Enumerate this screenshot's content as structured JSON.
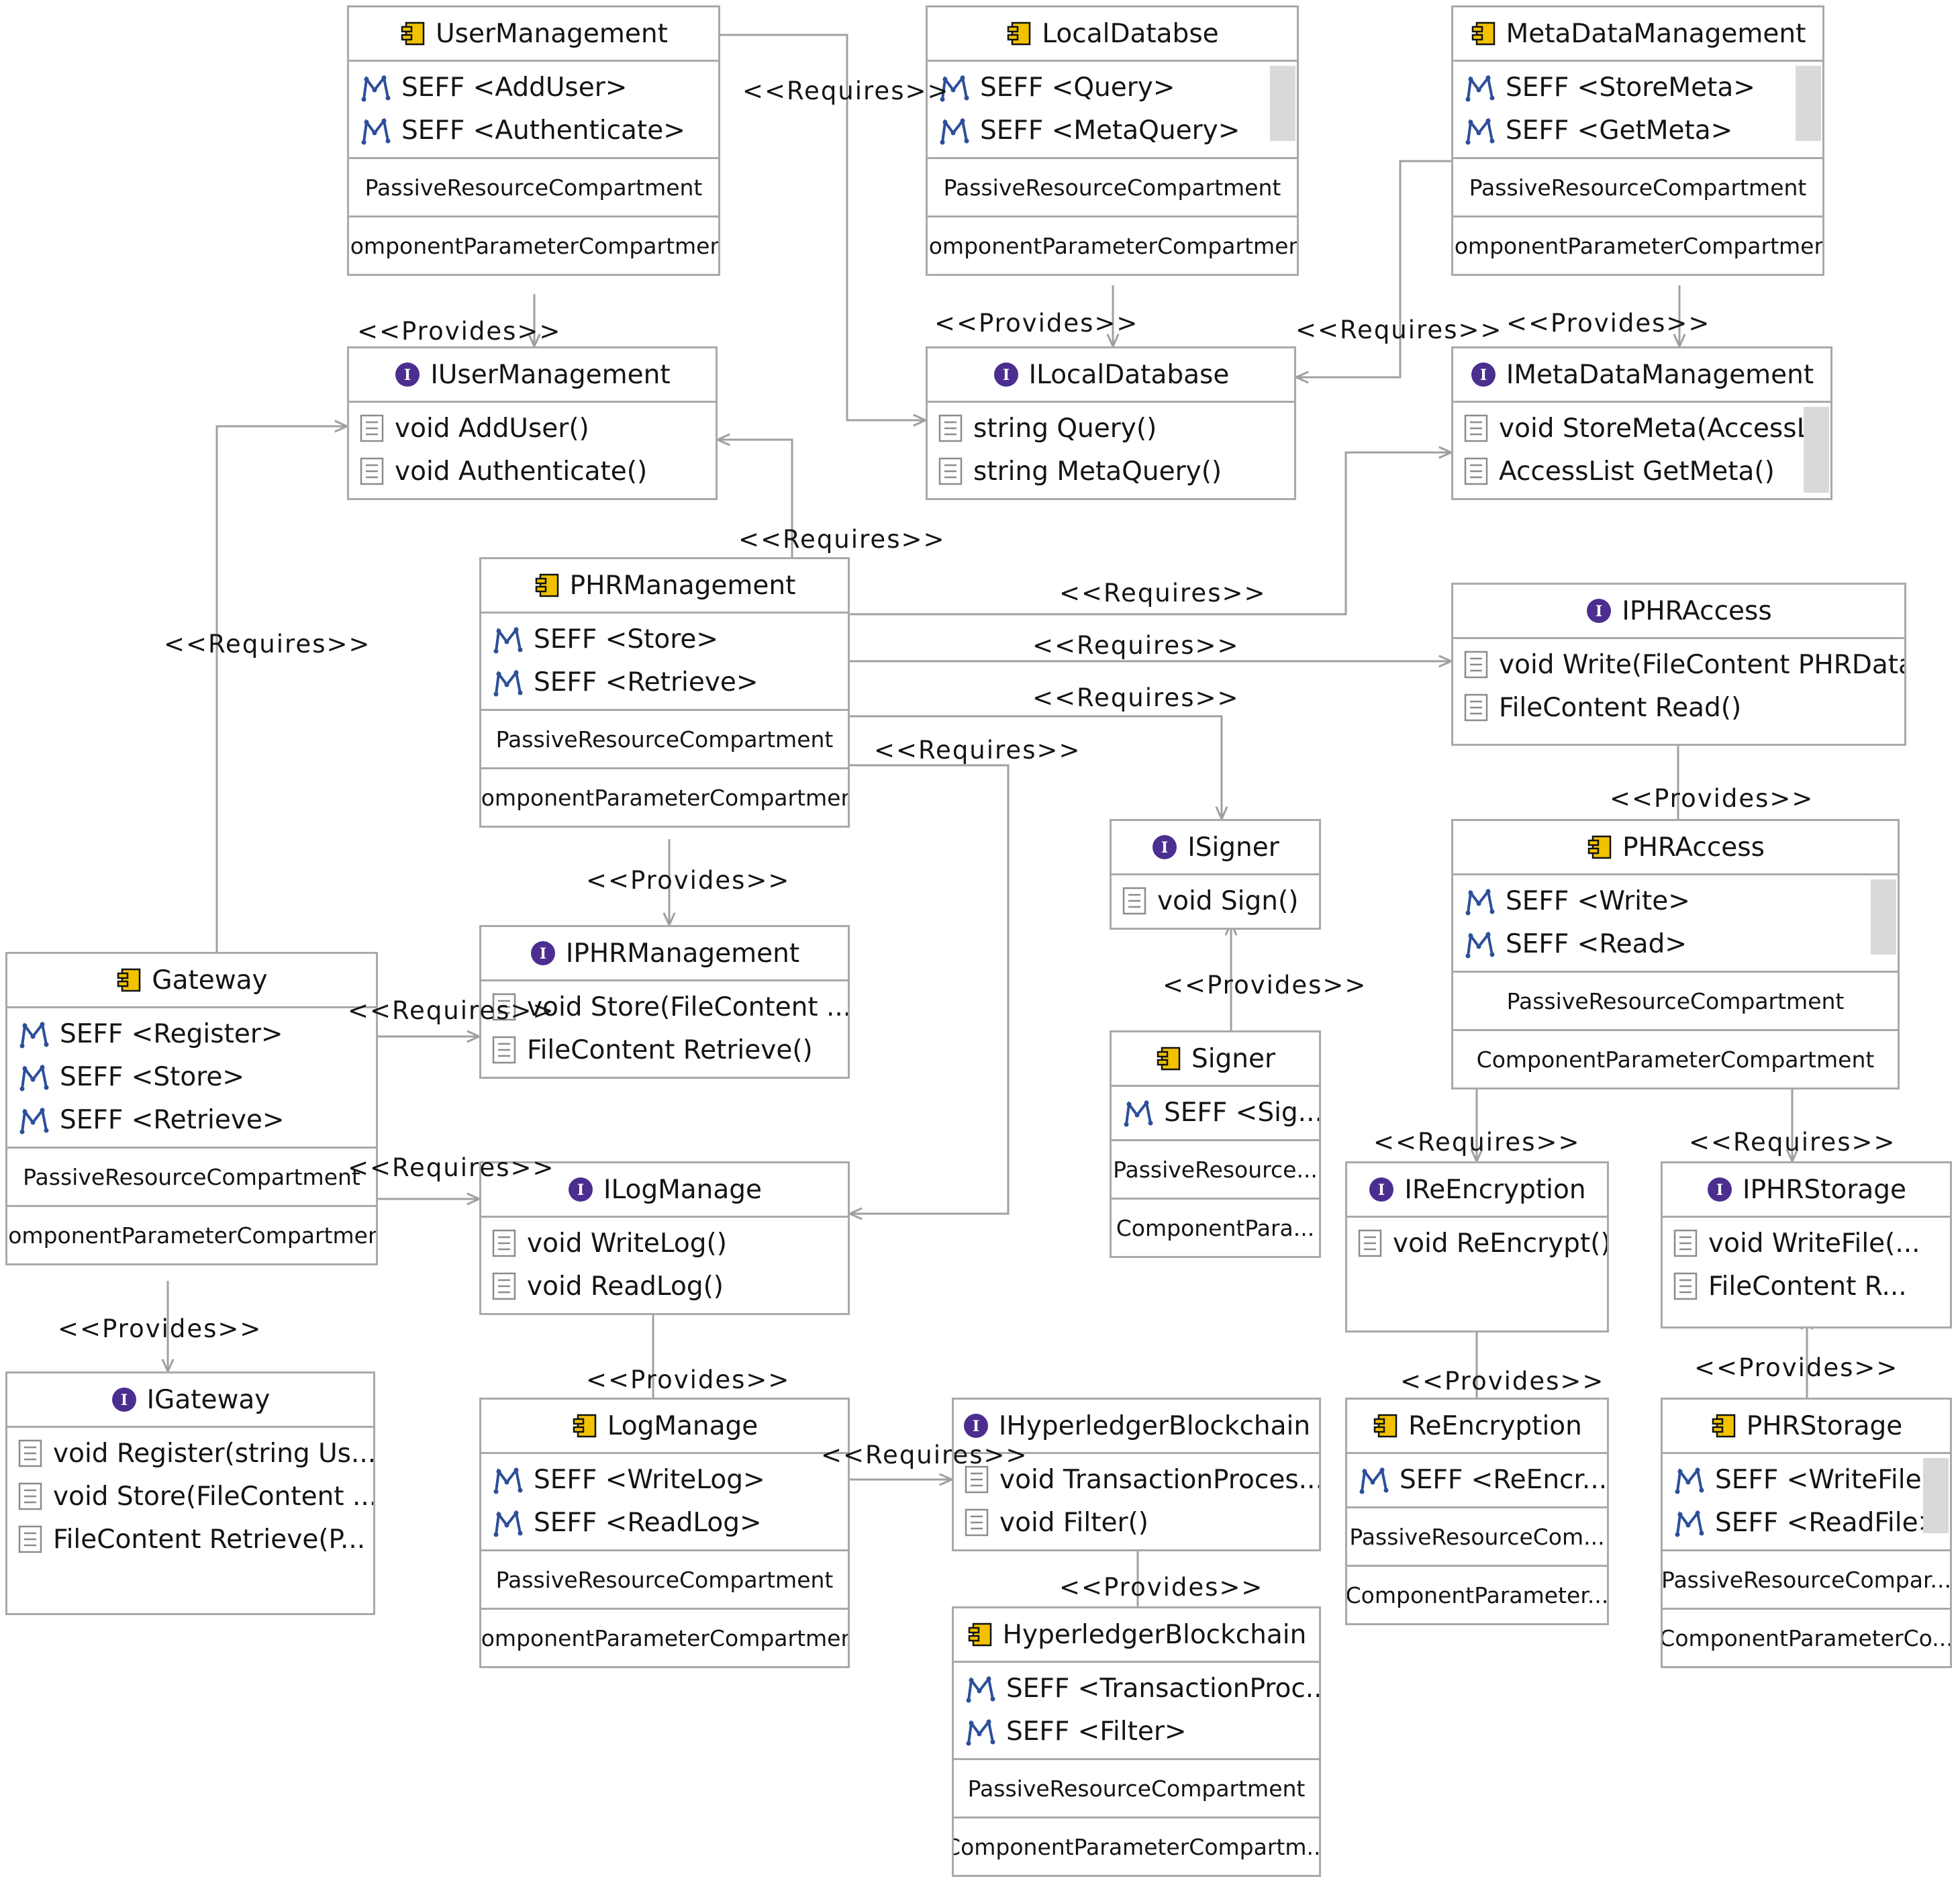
{
  "stereotypes": {
    "requires": "<<Requires>>",
    "provides": "<<Provides>>"
  },
  "components": {
    "user_management": {
      "name": "UserManagement",
      "seffs": [
        "SEFF <AddUser>",
        "SEFF <Authenticate>"
      ],
      "passive": "PassiveResourceCompartment",
      "param": "ComponentParameterCompartment"
    },
    "local_databse": {
      "name": "LocalDatabse",
      "seffs": [
        "SEFF <Query>",
        "SEFF <MetaQuery>"
      ],
      "passive": "PassiveResourceCompartment",
      "param": "ComponentParameterCompartment"
    },
    "metadata_management": {
      "name": "MetaDataManagement",
      "seffs": [
        "SEFF <StoreMeta>",
        "SEFF <GetMeta>"
      ],
      "passive": "PassiveResourceCompartment",
      "param": "ComponentParameterCompartment"
    },
    "phr_management": {
      "name": "PHRManagement",
      "seffs": [
        "SEFF <Store>",
        "SEFF <Retrieve>"
      ],
      "passive": "PassiveResourceCompartment",
      "param": "ComponentParameterCompartment"
    },
    "gateway": {
      "name": "Gateway",
      "seffs": [
        "SEFF <Register>",
        "SEFF <Store>",
        "SEFF <Retrieve>"
      ],
      "passive": "PassiveResourceCompartment",
      "param": "ComponentParameterCompartment"
    },
    "signer": {
      "name": "Signer",
      "seffs": [
        "SEFF <Sig..."
      ],
      "passive": "PassiveResource...",
      "param": "ComponentPara..."
    },
    "phr_access": {
      "name": "PHRAccess",
      "seffs": [
        "SEFF <Write>",
        "SEFF <Read>"
      ],
      "passive": "PassiveResourceCompartment",
      "param": "ComponentParameterCompartment"
    },
    "log_manage": {
      "name": "LogManage",
      "seffs": [
        "SEFF <WriteLog>",
        "SEFF <ReadLog>"
      ],
      "passive": "PassiveResourceCompartment",
      "param": "ComponentParameterCompartment"
    },
    "hyperledger_blockchain": {
      "name": "HyperledgerBlockchain",
      "seffs": [
        "SEFF <TransactionProc...",
        "SEFF <Filter>"
      ],
      "passive": "PassiveResourceCompartment",
      "param": "ComponentParameterCompartm..."
    },
    "re_encryption": {
      "name": "ReEncryption",
      "seffs": [
        "SEFF <ReEncr..."
      ],
      "passive": "PassiveResourceCom...",
      "param": "ComponentParameter..."
    },
    "phr_storage": {
      "name": "PHRStorage",
      "seffs": [
        "SEFF <WriteFile>",
        "SEFF <ReadFile>"
      ],
      "passive": "PassiveResourceCompar...",
      "param": "ComponentParameterCo..."
    }
  },
  "interfaces": {
    "i_user_management": {
      "name": "IUserManagement",
      "ops": [
        "void AddUser()",
        "void Authenticate()"
      ]
    },
    "i_local_database": {
      "name": "ILocalDatabase",
      "ops": [
        "string Query()",
        "string MetaQuery()"
      ]
    },
    "i_metadata_management": {
      "name": "IMetaDataManagement",
      "ops": [
        "void StoreMeta(AccessL...",
        "AccessList GetMeta()"
      ]
    },
    "i_phr_access": {
      "name": "IPHRAccess",
      "ops": [
        "void Write(FileContent PHRData)",
        "FileContent Read()"
      ]
    },
    "i_signer": {
      "name": "ISigner",
      "ops": [
        "void Sign()"
      ]
    },
    "i_phr_management": {
      "name": "IPHRManagement",
      "ops": [
        "void Store(FileContent ...",
        "FileContent Retrieve()"
      ]
    },
    "i_log_manage": {
      "name": "ILogManage",
      "ops": [
        "void WriteLog()",
        "void ReadLog()"
      ]
    },
    "i_gateway": {
      "name": "IGateway",
      "ops": [
        "void Register(string Us...",
        "void Store(FileContent ...",
        "FileContent Retrieve(P..."
      ]
    },
    "i_hyperledger_blockchain": {
      "name": "IHyperledgerBlockchain",
      "ops": [
        "void TransactionProces...",
        "void Filter()"
      ]
    },
    "i_re_encryption": {
      "name": "IReEncryption",
      "ops": [
        "void ReEncrypt()"
      ]
    },
    "i_phr_storage": {
      "name": "IPHRStorage",
      "ops": [
        "void WriteFile(...",
        "FileContent R..."
      ]
    }
  },
  "connections": [
    {
      "kind": "requires",
      "from": "user_management",
      "to": "i_local_database"
    },
    {
      "kind": "provides",
      "from": "user_management",
      "to": "i_user_management"
    },
    {
      "kind": "provides",
      "from": "local_databse",
      "to": "i_local_database"
    },
    {
      "kind": "requires",
      "from": "metadata_management",
      "to": "i_local_database"
    },
    {
      "kind": "provides",
      "from": "metadata_management",
      "to": "i_metadata_management"
    },
    {
      "kind": "requires",
      "from": "phr_management",
      "to": "i_user_management"
    },
    {
      "kind": "requires",
      "from": "phr_management",
      "to": "i_metadata_management"
    },
    {
      "kind": "requires",
      "from": "phr_management",
      "to": "i_phr_access"
    },
    {
      "kind": "requires",
      "from": "phr_management",
      "to": "i_signer"
    },
    {
      "kind": "requires",
      "from": "phr_management",
      "to": "i_log_manage"
    },
    {
      "kind": "provides",
      "from": "phr_management",
      "to": "i_phr_management"
    },
    {
      "kind": "requires",
      "from": "gateway",
      "to": "i_user_management"
    },
    {
      "kind": "requires",
      "from": "gateway",
      "to": "i_phr_management"
    },
    {
      "kind": "requires",
      "from": "gateway",
      "to": "i_log_manage"
    },
    {
      "kind": "provides",
      "from": "gateway",
      "to": "i_gateway"
    },
    {
      "kind": "provides",
      "from": "signer",
      "to": "i_signer"
    },
    {
      "kind": "provides",
      "from": "phr_access",
      "to": "i_phr_access"
    },
    {
      "kind": "requires",
      "from": "phr_access",
      "to": "i_re_encryption"
    },
    {
      "kind": "requires",
      "from": "phr_access",
      "to": "i_phr_storage"
    },
    {
      "kind": "provides",
      "from": "log_manage",
      "to": "i_log_manage"
    },
    {
      "kind": "requires",
      "from": "log_manage",
      "to": "i_hyperledger_blockchain"
    },
    {
      "kind": "provides",
      "from": "hyperledger_blockchain",
      "to": "i_hyperledger_blockchain"
    },
    {
      "kind": "provides",
      "from": "re_encryption",
      "to": "i_re_encryption"
    },
    {
      "kind": "provides",
      "from": "phr_storage",
      "to": "i_phr_storage"
    }
  ],
  "colors": {
    "border": "#a9a9a9",
    "connector": "#a0a0a0",
    "interface_badge": "#4b2e8f",
    "component_icon": "#f2c200",
    "seff_icon": "#2c4f9a",
    "scrollbar": "#d9d9d9"
  },
  "icons": {
    "component": "component-icon",
    "interface": "interface-icon",
    "seff": "seff-icon",
    "operation": "operation-icon"
  }
}
